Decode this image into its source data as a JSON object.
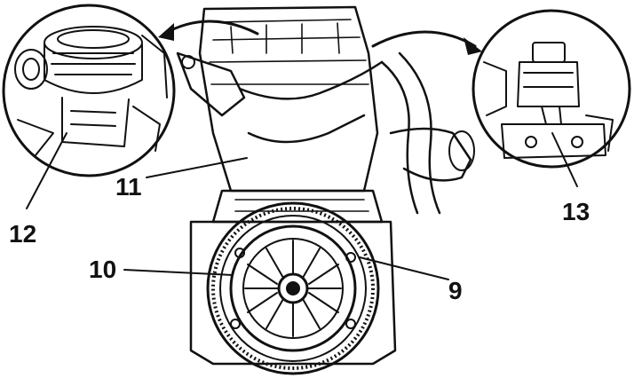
{
  "figure": {
    "description_free": true,
    "colors": {
      "ink": "#111111",
      "paper": "#ffffff"
    },
    "callouts": [
      {
        "id": "9",
        "label": "9"
      },
      {
        "id": "10",
        "label": "10"
      },
      {
        "id": "11",
        "label": "11"
      },
      {
        "id": "12",
        "label": "12"
      },
      {
        "id": "13",
        "label": "13"
      }
    ]
  }
}
